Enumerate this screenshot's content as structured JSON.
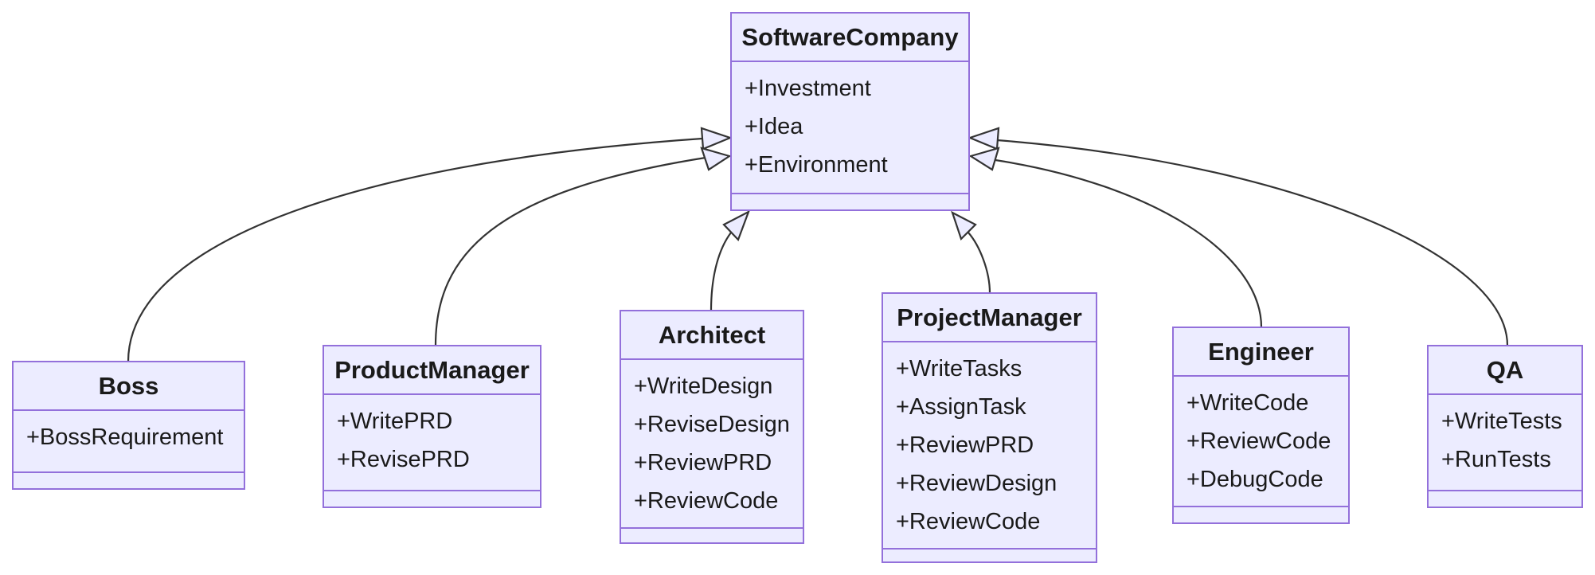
{
  "diagram": {
    "type": "uml-class-diagram",
    "colors": {
      "node_fill": "#ECECFF",
      "node_border": "#9370DB",
      "edge_line": "#333333",
      "text": "#1a1a1a",
      "background": "#ffffff"
    }
  },
  "classes": {
    "softwareCompany": {
      "name": "SoftwareCompany",
      "attributes": [
        "+Investment",
        "+Idea",
        "+Environment"
      ]
    },
    "boss": {
      "name": "Boss",
      "attributes": [
        "+BossRequirement"
      ]
    },
    "productManager": {
      "name": "ProductManager",
      "attributes": [
        "+WritePRD",
        "+RevisePRD"
      ]
    },
    "architect": {
      "name": "Architect",
      "attributes": [
        "+WriteDesign",
        "+ReviseDesign",
        "+ReviewPRD",
        "+ReviewCode"
      ]
    },
    "projectManager": {
      "name": "ProjectManager",
      "attributes": [
        "+WriteTasks",
        "+AssignTask",
        "+ReviewPRD",
        "+ReviewDesign",
        "+ReviewCode"
      ]
    },
    "engineer": {
      "name": "Engineer",
      "attributes": [
        "+WriteCode",
        "+ReviewCode",
        "+DebugCode"
      ]
    },
    "qa": {
      "name": "QA",
      "attributes": [
        "+WriteTests",
        "+RunTests"
      ]
    }
  },
  "relations": [
    {
      "from": "Boss",
      "to": "SoftwareCompany",
      "type": "inheritance"
    },
    {
      "from": "ProductManager",
      "to": "SoftwareCompany",
      "type": "inheritance"
    },
    {
      "from": "Architect",
      "to": "SoftwareCompany",
      "type": "inheritance"
    },
    {
      "from": "ProjectManager",
      "to": "SoftwareCompany",
      "type": "inheritance"
    },
    {
      "from": "Engineer",
      "to": "SoftwareCompany",
      "type": "inheritance"
    },
    {
      "from": "QA",
      "to": "SoftwareCompany",
      "type": "inheritance"
    }
  ]
}
